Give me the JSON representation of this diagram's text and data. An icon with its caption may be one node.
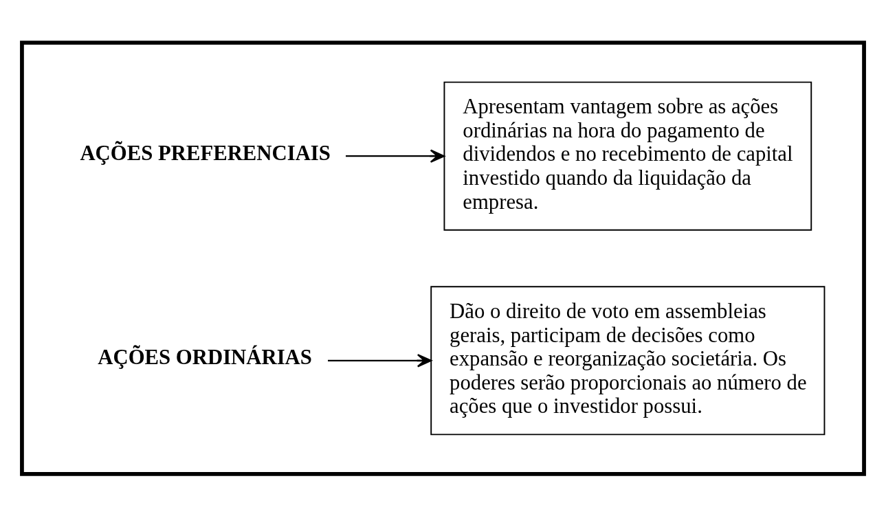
{
  "diagram": {
    "nodes": [
      {
        "text": [],
        "shape": "box"
      },
      {
        "text": [
          "AÇÕES PREFERENCIAIS"
        ],
        "in": 0
      },
      {
        "text": [
          "Apresentam vantagem sobre as ações ordinárias na hora do pagamento de dividendos e no recebimento de capital investido quando da liquidação da empresa."
        ],
        "in": 0
      },
      {
        "text": [
          "AÇÕES ORDINÁRIAS"
        ],
        "in": 0
      },
      {
        "text": [
          "Dão o direito de voto em assembleias gerais, participam de decisões como expansão e reorganização societária. Os poderes serão proporcionais ao número de ações que o investidor possui."
        ],
        "in": 0
      }
    ],
    "edges": [
      {
        "from": 1,
        "to": 2,
        "arrow": "to"
      },
      {
        "from": 3,
        "to": 4,
        "arrow": "to"
      }
    ]
  }
}
